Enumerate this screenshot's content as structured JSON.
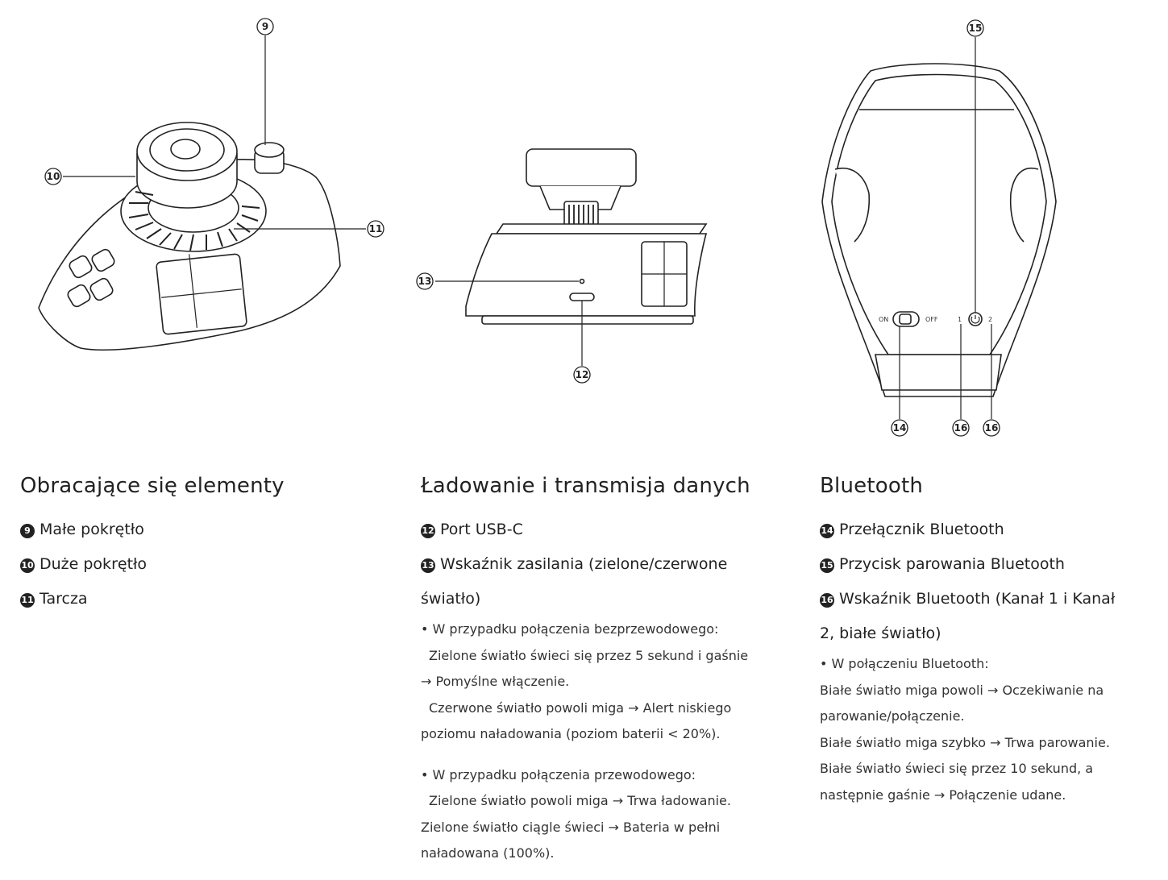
{
  "callouts": {
    "n9": "9",
    "n10": "10",
    "n11": "11",
    "n12": "12",
    "n13": "13",
    "n14": "14",
    "n15": "15",
    "n16a": "16",
    "n16b": "16"
  },
  "switch_labels": {
    "on": "ON",
    "off": "OFF",
    "ch1": "1",
    "ch2": "2"
  },
  "sections": {
    "rotating": {
      "title": "Obracające się elementy",
      "items": [
        {
          "num": "9",
          "text": "Małe pokrętło"
        },
        {
          "num": "10",
          "text": "Duże pokrętło"
        },
        {
          "num": "11",
          "text": "Tarcza"
        }
      ]
    },
    "charging": {
      "title": "Ładowanie i transmisja danych",
      "items": [
        {
          "num": "12",
          "text": "Port USB-C"
        },
        {
          "num": "13",
          "text": "Wskaźnik zasilania (zielone/czerwone"
        }
      ],
      "item13_cont": "światło)",
      "notes": [
        "• W przypadku połączenia bezprzewodowego:",
        "Zielone światło świeci się przez 5 sekund i gaśnie",
        "→ Pomyślne włączenie.",
        "Czerwone światło powoli miga → Alert niskiego",
        "poziomu naładowania (poziom baterii < 20%).",
        "• W przypadku połączenia przewodowego:",
        "Zielone światło powoli miga → Trwa ładowanie.",
        "Zielone światło ciągle świeci → Bateria w pełni",
        "naładowana (100%)."
      ]
    },
    "bluetooth": {
      "title": "Bluetooth",
      "items": [
        {
          "num": "14",
          "text": "Przełącznik Bluetooth"
        },
        {
          "num": "15",
          "text": "Przycisk parowania Bluetooth"
        },
        {
          "num": "16",
          "text": "Wskaźnik Bluetooth (Kanał 1 i Kanał"
        }
      ],
      "item16_cont": "2, białe światło)",
      "notes": [
        "• W połączeniu Bluetooth:",
        "Białe światło miga powoli → Oczekiwanie na",
        "parowanie/połączenie.",
        "Białe światło miga szybko → Trwa parowanie.",
        "Białe światło świeci się przez 10 sekund, a",
        "następnie gaśnie → Połączenie udane."
      ]
    }
  }
}
